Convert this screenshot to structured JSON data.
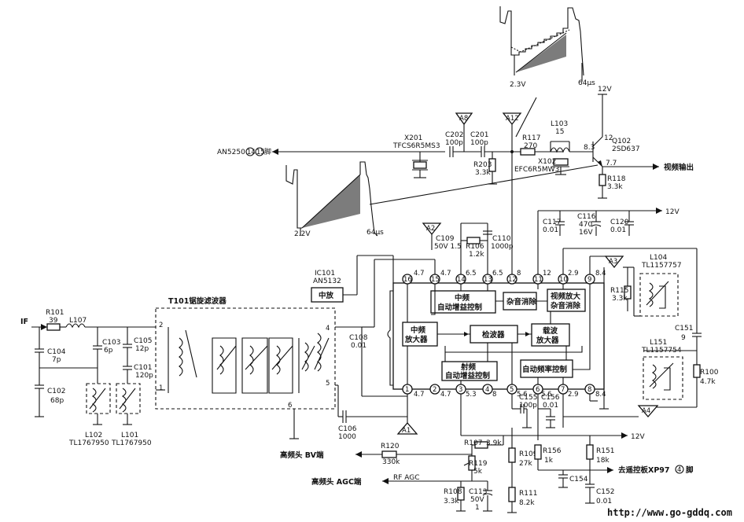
{
  "ic": {
    "ref": "IC101",
    "part": "AN5132",
    "section": "中放"
  },
  "filter": {
    "name": "T101锯旋滤波器"
  },
  "blocks": {
    "if_amp": "中频\n放大器",
    "if_agc": "中频\n自动增益控制",
    "noise": "杂音消除",
    "video_amp": "视频放大\n杂音消除",
    "detector": "检波器",
    "carrier_amp": "载波\n放大器",
    "rf_agc": "射频\n自动增益控制",
    "afc": "自动频率控制"
  },
  "pins": [
    "16",
    "15",
    "14",
    "13",
    "12",
    "11",
    "10",
    "9",
    "1",
    "2",
    "3",
    "4",
    "5",
    "6",
    "7",
    "8"
  ],
  "pin_voltages": {
    "p16": "4.7",
    "p15": "4.7",
    "p14": "6.5",
    "p13": "6.5",
    "p12": "8",
    "p11": "12",
    "p10": "2.9",
    "p9": "8.4",
    "p1": "4.7",
    "p2": "4.7",
    "p3": "5.3",
    "p4": "8",
    "p5": "5.6",
    "p6": "5.6",
    "p7": "2.9",
    "p8": "8.4"
  },
  "components": {
    "R101": "R101",
    "R101v": "39",
    "L107": "L107",
    "C104": "C104",
    "C104v": "7p",
    "C102": "C102",
    "C102v": "68p",
    "C103": "C103",
    "C103v": "6p",
    "C105": "C105",
    "C105v": "12p",
    "C101": "C101",
    "C101v": "120p",
    "L102": "L102",
    "L102p": "TL1767950",
    "L101": "L101",
    "L101p": "TL1767950",
    "C108": "C108",
    "C108v": "0.01",
    "C106": "C106",
    "C106v": "1000",
    "C109": "C109",
    "C109v": "50V 1.5",
    "R106": "R106",
    "R106v": "1.2k",
    "C110": "C110",
    "C110v": "1000p",
    "C117": "C117",
    "C117v": "0.01",
    "C116": "C116",
    "C116v": "470",
    "C116r": "16V",
    "C120": "C120",
    "C120v": "0.01",
    "R115": "R115",
    "R115v": "3.3k",
    "L104": "L104",
    "L104p": "TL1157757",
    "C151": "C151",
    "C151v": "9",
    "L151": "L151",
    "L151p": "TL1157754",
    "R100": "R100",
    "R100v": "4.7k",
    "C155": "C155",
    "C155v": "100p",
    "C156": "C156",
    "C156v": "0.01",
    "R120": "R120",
    "R120v": "330k",
    "R107": "R107",
    "R107v": "3.9k",
    "R119": "R119",
    "R119v": "5k",
    "R109": "R109",
    "R109v": "27k",
    "R156": "R156",
    "R156v": "1k",
    "R151": "R151",
    "R151v": "18k",
    "R108": "R108",
    "R108v": "3.3k",
    "C113": "C113",
    "C113v": "50V",
    "C113c": "1",
    "R111": "R111",
    "R111v": "8.2k",
    "C154": "C154",
    "C152": "C152",
    "C152v": "0.01",
    "X201": "X201",
    "X201p": "TFCS6R5MS3",
    "C202": "C202",
    "C202v": "100p",
    "C201": "C201",
    "C201v": "100p",
    "R203": "R203",
    "R203v": "3.3k",
    "R117": "R117",
    "R117v": "270",
    "L103": "L103",
    "L103v": "15",
    "X102": "X102",
    "X102p": "EFC6R5MW3",
    "Q102": "Q102",
    "Q102p": "2SD637",
    "R118": "R118",
    "R118v": "3.3k"
  },
  "nodes": {
    "q_b": "8.3",
    "q_e": "7.7",
    "q_c": "12",
    "v12a": "12V",
    "v12b": "12V",
    "v12c": "12V"
  },
  "tests": {
    "A1": "A1",
    "A2": "A2",
    "A3": "A3",
    "A4": "A4",
    "A8": "A8",
    "A12": "A12"
  },
  "labels": {
    "if_in": "IF",
    "an5250": "AN5250",
    "an5250_pin_a": "14",
    "an5250_pin_b": "15",
    "an5250_suffix": "脚",
    "video_out": "视频输出",
    "bv": "高频头 BV端",
    "agc": "高频头 AGC端",
    "rf_agc": "RF AGC",
    "xp97": "去遥控板XP97",
    "xp97_pin": "4",
    "xp97_suffix": "脚",
    "watermark": "http://www.go-gddq.com"
  },
  "waveforms": {
    "top": {
      "amp": "2.3V",
      "period": "64μs"
    },
    "left": {
      "amp": "2.2V",
      "period": "64μs"
    }
  }
}
